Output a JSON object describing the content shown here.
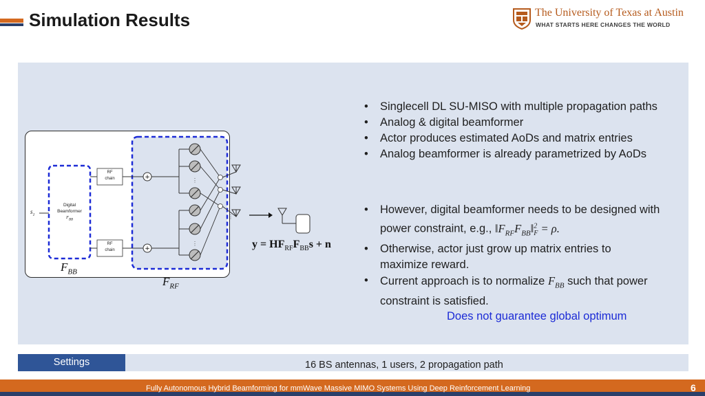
{
  "header": {
    "title": "Simulation Results",
    "university_name": "The University of Texas at Austin",
    "university_tagline": "WHAT STARTS HERE CHANGES THE WORLD"
  },
  "diagram": {
    "input_label": "s",
    "input_sub": "1",
    "digital_beamformer_label_1": "Digital",
    "digital_beamformer_label_2": "Beamformer",
    "digital_beamformer_label_3": "F",
    "digital_beamformer_sub": "BB",
    "rf_chain_1_line1": "RF",
    "rf_chain_1_line2": "chain",
    "rf_chain_2_line1": "RF",
    "rf_chain_2_line2": "chain",
    "fbb_label": "F",
    "fbb_sub": "BB",
    "frf_label": "F",
    "frf_sub": "RF"
  },
  "equation": {
    "lhs": "y = HF",
    "rf_sub": "RF",
    "f_mid": "F",
    "bb_sub": "BB",
    "rhs": "s + n"
  },
  "bullets_top": [
    "Singlecell DL SU-MISO with multiple propagation paths",
    "Analog & digital beamformer",
    "Actor produces estimated AoDs and matrix entries",
    "Analog beamformer is already parametrized by AoDs"
  ],
  "bullets_bottom": {
    "b1_line1": "However, digital beamformer needs to be designed with",
    "b1_line2_prefix": "power constraint, e.g., ",
    "b1_line2_math": "‖F",
    "b1_line2_rf": "RF",
    "b1_line2_f": "F",
    "b1_line2_bb": "BB",
    "b1_line2_end": "‖",
    "b1_line2_sup": "2",
    "b1_line2_subf": "F",
    "b1_line2_rho": " = ρ.",
    "b2_line1": "Otherwise, actor just grow up matrix entries to",
    "b2_line2": "maximize reward.",
    "b3_line1_prefix": "Current approach is to normalize ",
    "b3_line1_math": "F",
    "b3_line1_sub": "BB",
    "b3_line1_suffix": " such that power",
    "b3_line2": "constraint is satisfied."
  },
  "highlight_text": "Does not guarantee global optimum",
  "settings": {
    "label": "Settings",
    "value": "16 BS antennas, 1 users, 2 propagation path"
  },
  "footer": {
    "text": "Fully Autonomous Hybrid Beamforming for mmWave Massive MIMO Systems Using Deep Reinforcement Learning",
    "page_number": "6"
  },
  "colors": {
    "accent_orange": "#d4691f",
    "accent_navy": "#2a3f6a",
    "panel_bg": "#dce3ef",
    "dashed_blue": "#1c2bd6",
    "highlight_blue": "#1c2bd6",
    "settings_blue": "#2f5597"
  },
  "icons": [
    "ut-seal-icon",
    "phase-shifter-icon",
    "antenna-icon",
    "adder-icon",
    "arrow-icon",
    "user-device-icon"
  ]
}
